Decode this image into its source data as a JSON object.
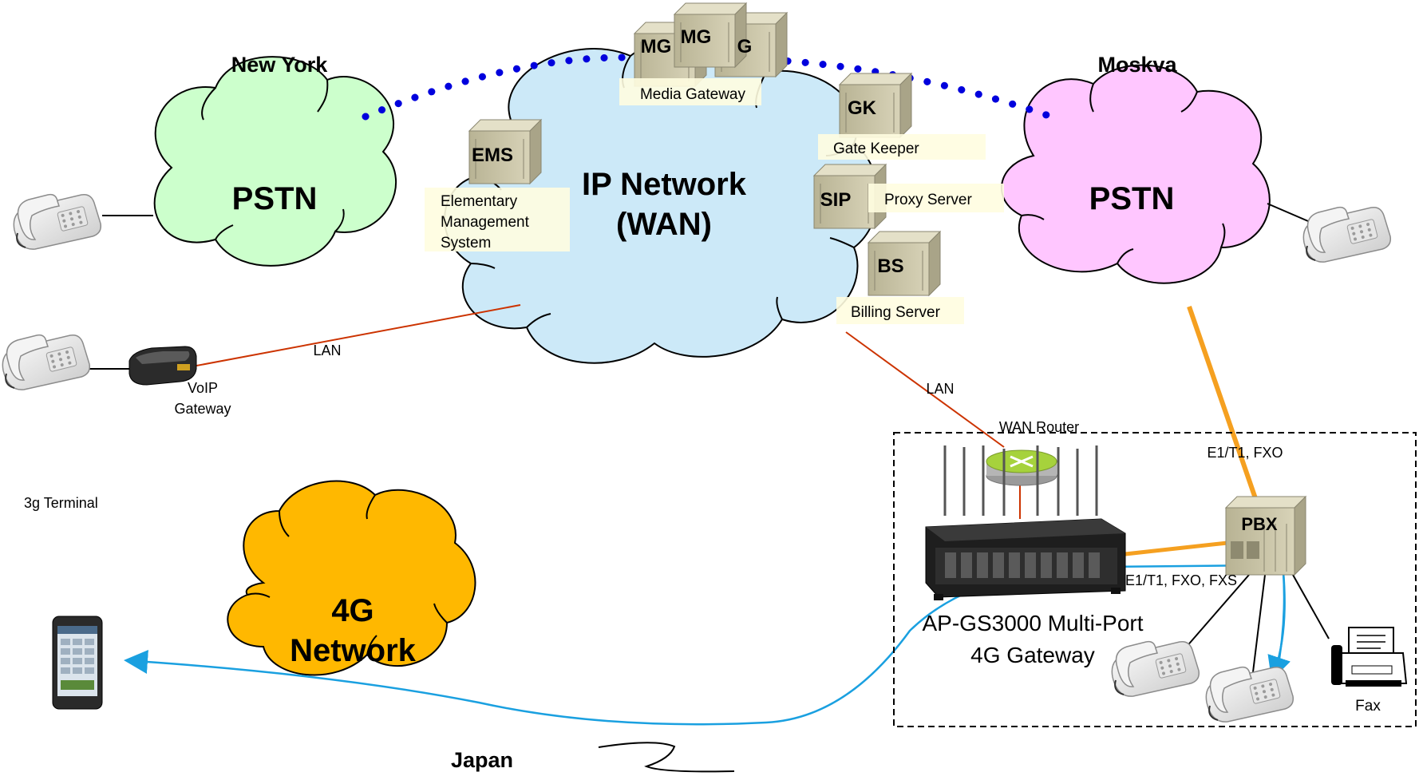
{
  "cities": {
    "new_york": "New York",
    "moskva": "Moskva",
    "japan": "Japan"
  },
  "clouds": {
    "pstn_left": "PSTN",
    "pstn_right": "PSTN",
    "ip_network_line1": "IP Network",
    "ip_network_line2": "(WAN)",
    "network_4g_line1": "4G",
    "network_4g_line2": "Network"
  },
  "servers": {
    "mg1": "MG",
    "mg2": "MG",
    "mg3": "G",
    "media_gateway_label": "Media Gateway",
    "gk": "GK",
    "gate_keeper_label": "Gate Keeper",
    "ems": "EMS",
    "ems_label_line1": "Elementary",
    "ems_label_line2": "Management",
    "ems_label_line3": "System",
    "sip": "SIP",
    "proxy_server_label": "Proxy Server",
    "bs": "BS",
    "billing_server_label": "Billing Server",
    "pbx": "PBX"
  },
  "links": {
    "lan_left": "LAN",
    "lan_right": "LAN",
    "wan_router": "WAN Router",
    "e1t1_fxo": "E1/T1, FXO",
    "e1t1_fxo_fxs": "E1/T1, FXO, FXS"
  },
  "devices": {
    "voip_gateway_line1": "VoIP",
    "voip_gateway_line2": "Gateway",
    "terminal_3g": "3g Terminal",
    "gateway_4g_line1": "AP-GS3000 Multi-Port",
    "gateway_4g_line2": "4G Gateway",
    "fax": "Fax"
  },
  "colors": {
    "cloud_pstn_left": "#ccffcc",
    "cloud_ip": "#cce9f8",
    "cloud_pstn_right": "#ffc6ff",
    "cloud_4g": "#ffb800",
    "dotted_link": "#0000dd",
    "lan_link": "#cc3300",
    "e1_link": "#f5a020",
    "call_path": "#1aa0e0",
    "server_box": "#c9c4a6",
    "label_box": "#fffde0"
  }
}
